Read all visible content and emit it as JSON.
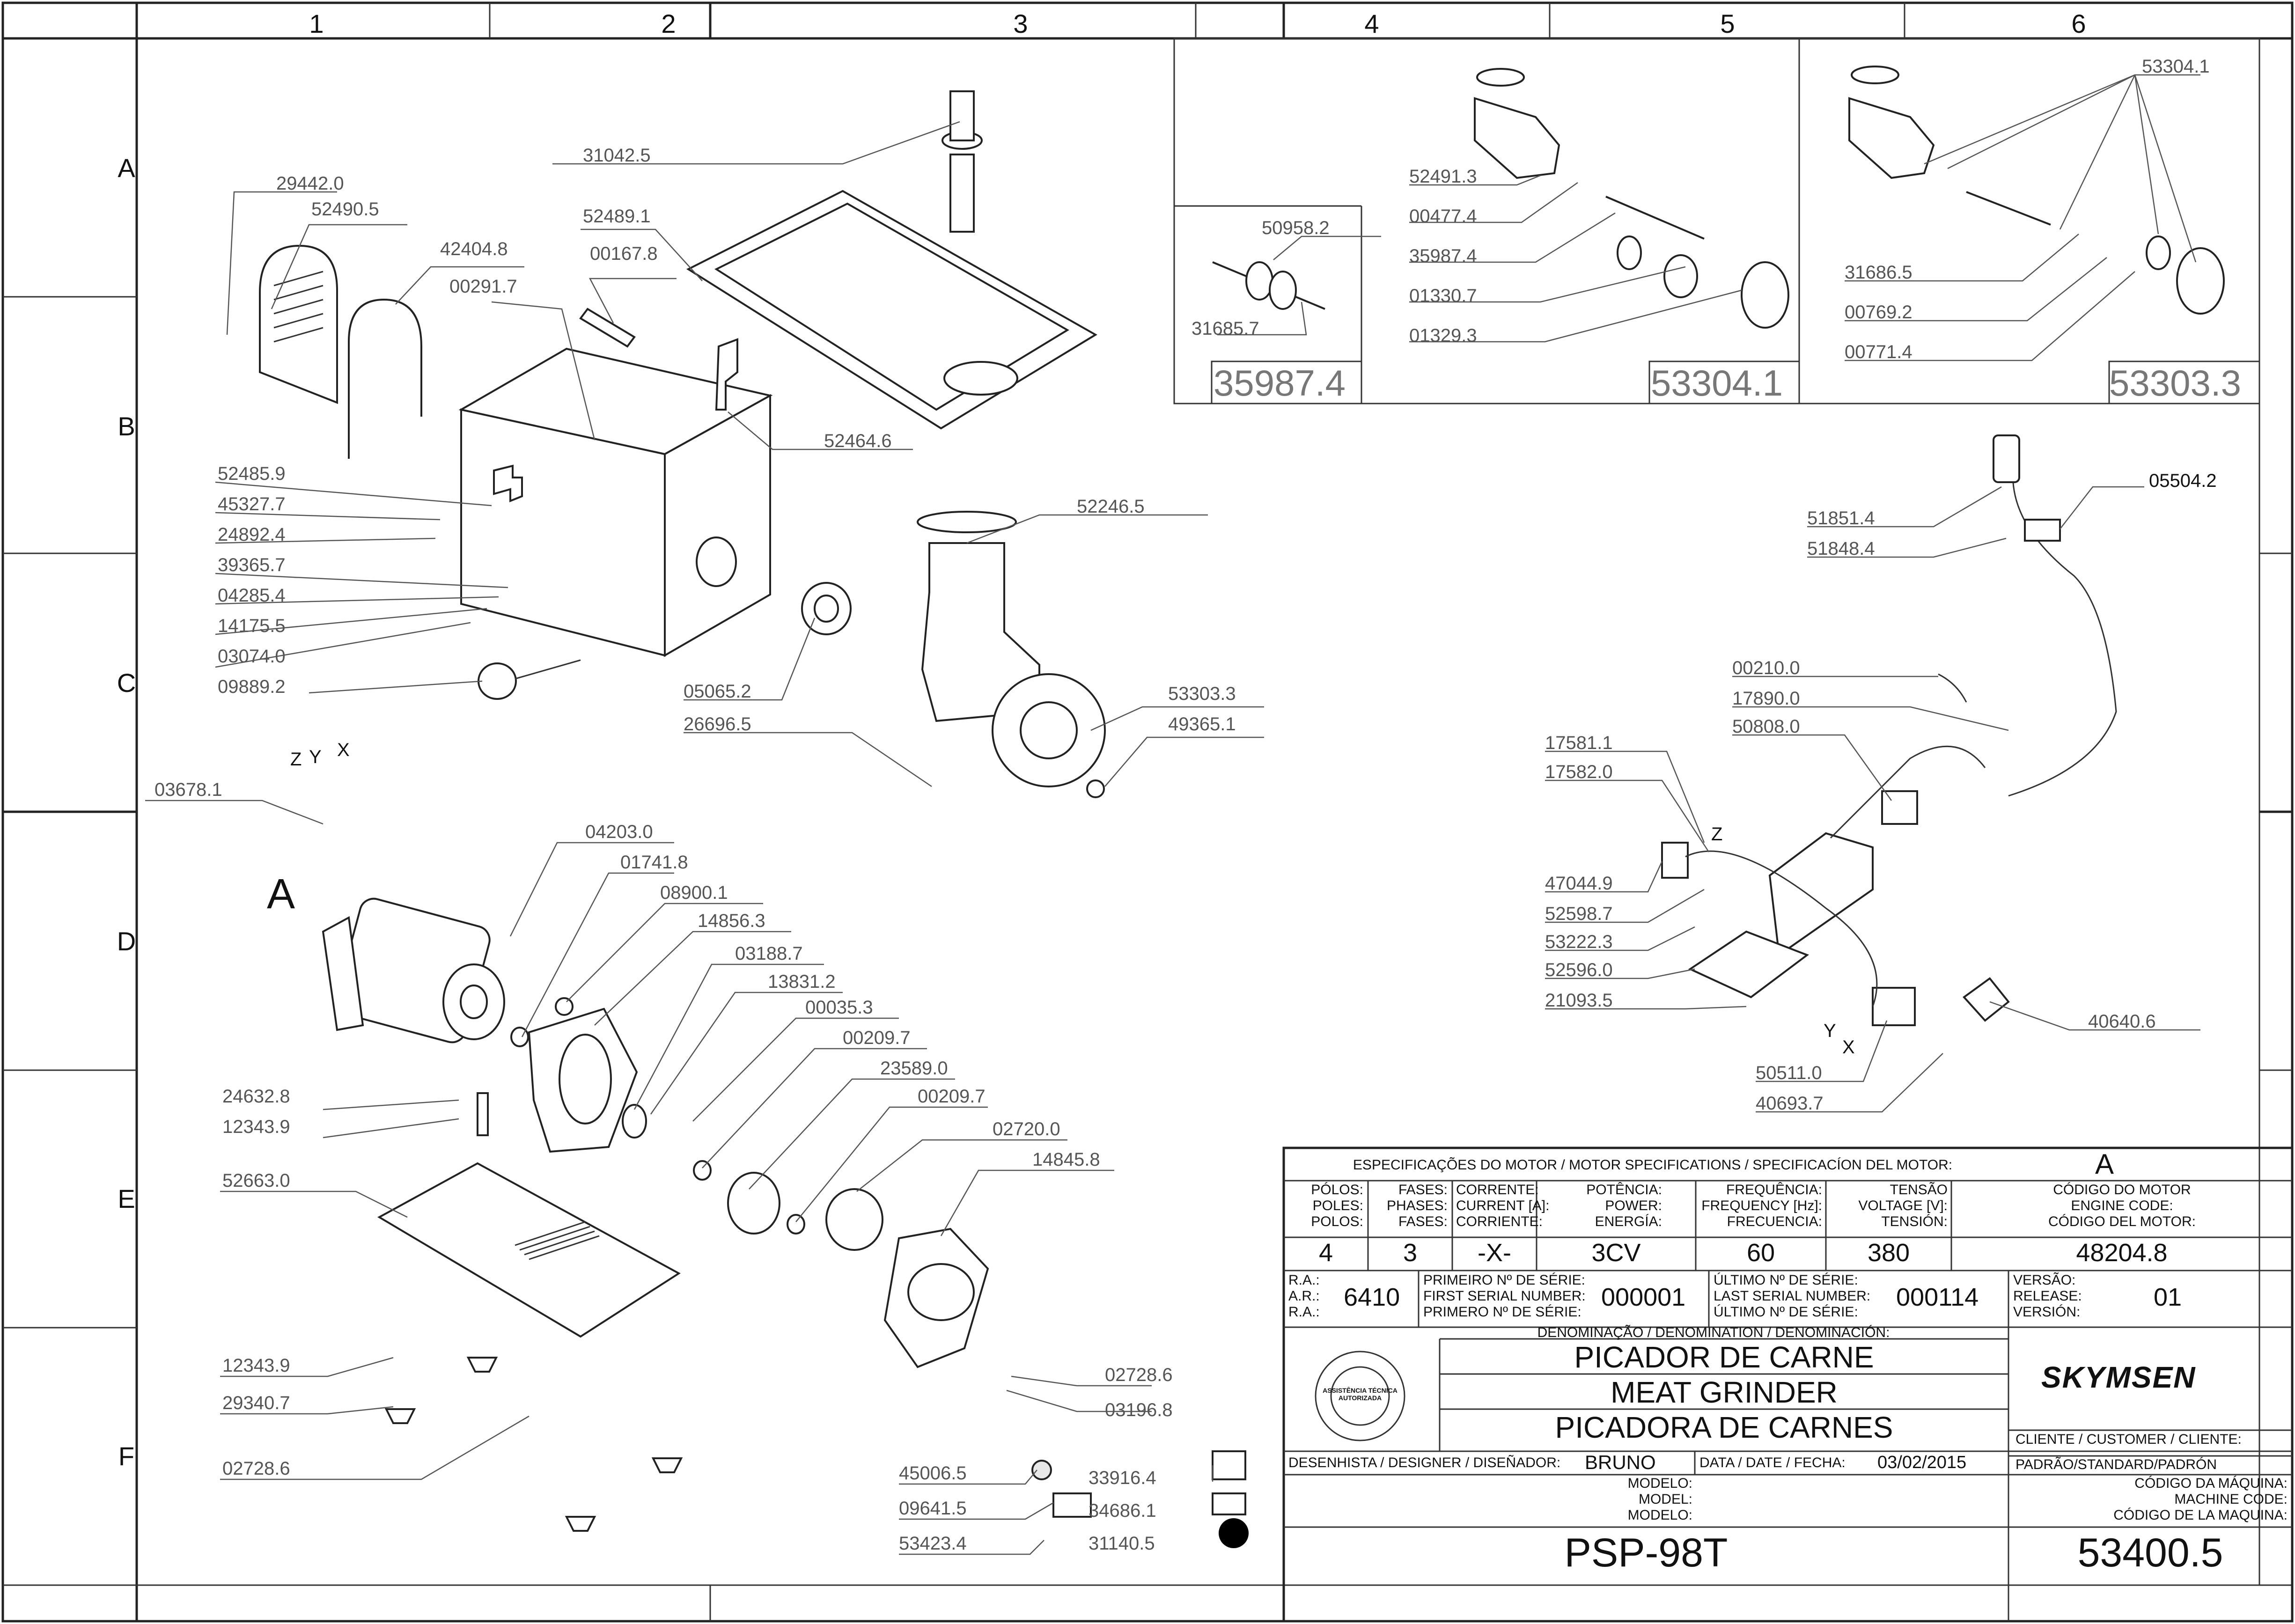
{
  "grid": {
    "columns": [
      "1",
      "2",
      "3",
      "4",
      "5",
      "6"
    ],
    "rows": [
      "A",
      "B",
      "C",
      "D",
      "E",
      "F"
    ]
  },
  "parts_left": [
    "29442.0",
    "52490.5",
    "42404.8",
    "00291.7",
    "00167.8",
    "52489.1",
    "31042.5",
    "52464.6",
    "52485.9",
    "45327.7",
    "24892.4",
    "39365.7",
    "04285.4",
    "14175.5",
    "03074.0",
    "09889.2",
    "05065.2",
    "26696.5",
    "52246.5",
    "53303.3",
    "49365.1"
  ],
  "parts_motor": [
    "03678.1",
    "04203.0",
    "01741.8",
    "08900.1",
    "14856.3",
    "03188.7",
    "13831.2",
    "00035.3",
    "00209.7",
    "23589.0",
    "00209.7",
    "02720.0",
    "14845.8",
    "24632.8",
    "12343.9",
    "52663.0",
    "12343.9",
    "29340.7",
    "02728.6",
    "02728.6",
    "03196.8"
  ],
  "parts_misc": [
    "45006.5",
    "09641.5",
    "53423.4",
    "33916.4",
    "34686.1",
    "31140.5"
  ],
  "wire_labels": {
    "z": "Z",
    "y": "Y",
    "x": "X",
    "motor_letter": "A"
  },
  "detail_35987": {
    "parts": [
      "50958.2",
      "31685.7"
    ],
    "tag": "35987.4"
  },
  "detail_53304": {
    "parts": [
      "52491.3",
      "00477.4",
      "35987.4",
      "01330.7",
      "01329.3"
    ],
    "tag": "53304.1"
  },
  "detail_53303": {
    "parts": [
      "53304.1",
      "31686.5",
      "00769.2",
      "00771.4"
    ],
    "tag": "53303.3"
  },
  "electrical": {
    "parts": [
      "51851.4",
      "51848.4",
      "05504.2",
      "00210.0",
      "17890.0",
      "50808.0",
      "17581.1",
      "17582.0",
      "47044.9",
      "52598.7",
      "53222.3",
      "52596.0",
      "21093.5",
      "40640.6",
      "50511.0",
      "40693.7"
    ],
    "z": "Z",
    "y": "Y",
    "x": "X"
  },
  "title_block": {
    "motor_specs_title": "ESPECIFICAÇÕES DO MOTOR / MOTOR SPECIFICATIONS / SPECIFICACÍON DEL MOTOR:",
    "motor_letter": "A",
    "headers": [
      [
        "PÓLOS:",
        "POLES:",
        "POLOS:"
      ],
      [
        "FASES:",
        "PHASES:",
        "FASES:"
      ],
      [
        "CORRENTE:",
        "CURRENT [A]:",
        "CORRIENTE:"
      ],
      [
        "POTÊNCIA:",
        "POWER:",
        "ENERGÍA:"
      ],
      [
        "FREQUÊNCIA:",
        "FREQUENCY [Hz]:",
        "FRECUENCIA:"
      ],
      [
        "TENSÃO",
        "VOLTAGE [V]:",
        "TENSIÓN:"
      ],
      [
        "CÓDIGO DO MOTOR",
        "ENGINE CODE:",
        "CÓDIGO DEL MOTOR:"
      ]
    ],
    "values": [
      "4",
      "3",
      "-X-",
      "3CV",
      "60",
      "380",
      "48204.8"
    ],
    "ra_labels": [
      "R.A.:",
      "A.R.:",
      "R.A.:"
    ],
    "ra_value": "6410",
    "first_serial_labels": [
      "PRIMEIRO Nº DE SÉRIE:",
      "FIRST SERIAL NUMBER:",
      "PRIMERO Nº DE SÉRIE:"
    ],
    "first_serial": "000001",
    "last_serial_labels": [
      "ÚLTIMO Nº DE SÉRIE:",
      "LAST SERIAL NUMBER:",
      "ÚLTIMO Nº DE SÉRIE:"
    ],
    "last_serial": "000114",
    "version_labels": [
      "VERSÃO:",
      "RELEASE:",
      "VERSIÓN:"
    ],
    "version": "01",
    "denomination_label": "DENOMINAÇÃO / DENOMINATION / DENOMINACIÓN:",
    "names": [
      "PICADOR DE CARNE",
      "MEAT GRINDER",
      "PICADORA DE CARNES"
    ],
    "seal_text": "ASSISTÊNCIA TÉCNICA AUTORIZADA",
    "brand": "SKYMSEN",
    "client_label": "CLIENTE / CUSTOMER / CLIENTE:",
    "client_value": "PADRÃO/STANDARD/PADRÓN",
    "designer_label": "DESENHISTA / DESIGNER / DISEÑADOR:",
    "designer": "BRUNO",
    "date_label": "DATA / DATE / FECHA:",
    "date": "03/02/2015",
    "model_labels": [
      "MODELO:",
      "MODEL:",
      "MODELO:"
    ],
    "model": "PSP-98T",
    "machine_code_labels": [
      "CÓDIGO DA MÁQUINA:",
      "MACHINE CODE:",
      "CÓDIGO DE LA MAQUINA:"
    ],
    "machine_code": "53400.5"
  }
}
